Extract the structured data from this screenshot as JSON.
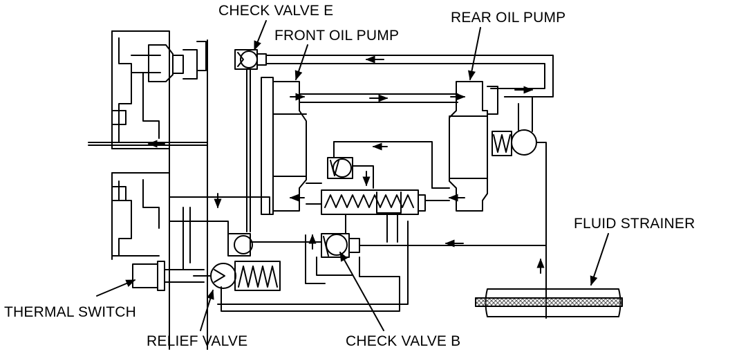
{
  "labels": {
    "check_valve_e": "CHECK VALVE E",
    "front_oil_pump": "FRONT OIL PUMP",
    "rear_oil_pump": "REAR OIL PUMP",
    "fluid_strainer": "FLUID STRAINER",
    "thermal_switch": "THERMAL SWITCH",
    "relief_valve": "RELIEF VALVE",
    "check_valve_b": "CHECK VALVE B"
  },
  "colors": {
    "line": "#000000",
    "background": "#ffffff",
    "strainer_mesh": "#555555"
  }
}
